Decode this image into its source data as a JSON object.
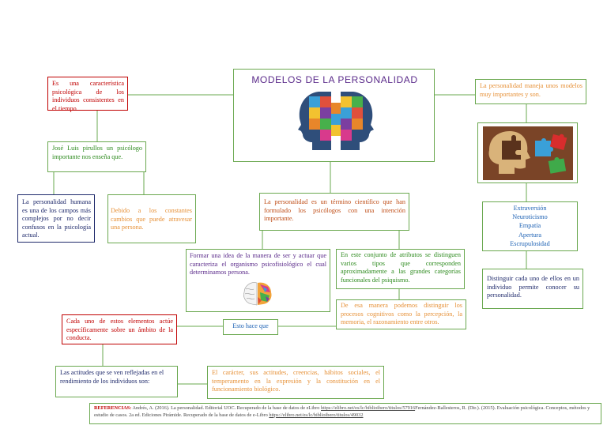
{
  "title": "MODELOS DE LA PERSONALIDAD",
  "nodes": {
    "definicion": "Es una característica psicológica de los individuos consistentes en el tiempo.",
    "pirullos": "José Luis pirullos un psicólogo importante nos enseña que.",
    "campo": "La personalidad humana es una de los campos más complejos por no decir confusos en la psicología actual.",
    "constantes": "Debido a los constantes cambios que puede atravesar una persona.",
    "termino": "La personalidad es un término científico que han formulado los psicólogos con una intención importante.",
    "idea": "Formar una idea de la manera de ser y actuar que caracteriza el organismo psicofisiológico el cual determinamos persona.",
    "atributos": "En este conjunto de atributos se distinguen varios tipos que corresponden aproximadamente a las grandes categorías funcionales del psiquismo.",
    "procesos": "De esa manera podemos distinguir los procesos cognitivos como la percepción, la memoria, el razonamiento entre otros.",
    "esto_hace": "Esto hace que",
    "elementos": "Cada uno de estos elementos actúe específicamente sobre un ámbito de la conducta.",
    "actitudes": "Las actitudes que se ven reflejadas en el rendimiento de los individuos son:",
    "caracter": "El carácter, sus actitudes, creencias, hábitos sociales, el temperamento en la expresión y la constitución en el funcionamiento biológico.",
    "modelos": "La personalidad maneja unos modelos muy importantes y son.",
    "distinguir": "Distinguir cada uno de ellos en un individuo permite conocer su personalidad."
  },
  "traits": [
    "Extraversión",
    "Neuroticismo",
    "Empatía",
    "Apertura",
    "Escrupulosidad"
  ],
  "references": {
    "label": "REFERENCIAS:",
    "text1": " Andrés, A. (2016). La personalidad. Editorial UOC. Recuperado de la base de datos de eLibro ",
    "link1": "https://elibro.net/es/lc/biblioibero/titulos/57916",
    "text2": "Fernández-Ballesteros, R. (Dir.). (2015). Evaluación psicológica. Conceptos, métodos y estudio de casos. 2a ed. Ediciones Pirámide. Recuperado de la base de datos de e-Libro ",
    "link2": "https://elibro.net/es/lc/biblioibero/titulos/49032"
  },
  "colors": {
    "border": "#6aa84f",
    "red": "#c00000",
    "green": "#2e8b1f",
    "navy": "#1f2a6b",
    "orange": "#e69138",
    "purple": "#5a2a8a",
    "blue": "#1f63b5"
  },
  "icons": [
    "puzzle-heads-image",
    "puzzle-head-image",
    "colorful-brain-image"
  ]
}
